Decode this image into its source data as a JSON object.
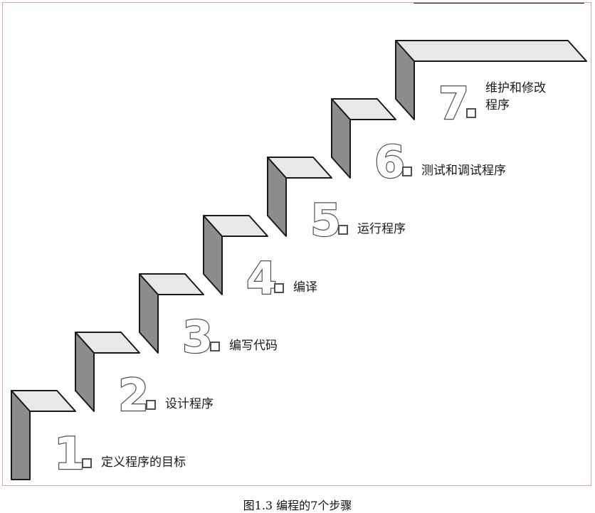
{
  "diagram": {
    "steps": [
      {
        "number": "1",
        "label_lines": [
          "定义程序的目标"
        ]
      },
      {
        "number": "2",
        "label_lines": [
          "设计程序"
        ]
      },
      {
        "number": "3",
        "label_lines": [
          "编写代码"
        ]
      },
      {
        "number": "4",
        "label_lines": [
          "编译"
        ]
      },
      {
        "number": "5",
        "label_lines": [
          "运行程序"
        ]
      },
      {
        "number": "6",
        "label_lines": [
          "测试和调试程序"
        ]
      },
      {
        "number": "7",
        "label_lines": [
          "维护和修改",
          "程序"
        ]
      }
    ],
    "colors": {
      "tread": "#e8e8e8",
      "riser": "#ffffff",
      "side": "#8d8d8d",
      "outline": "#1a1a1a",
      "frame_border": "#e3a1a6"
    }
  },
  "caption": "图1.3 编程的7个步骤"
}
